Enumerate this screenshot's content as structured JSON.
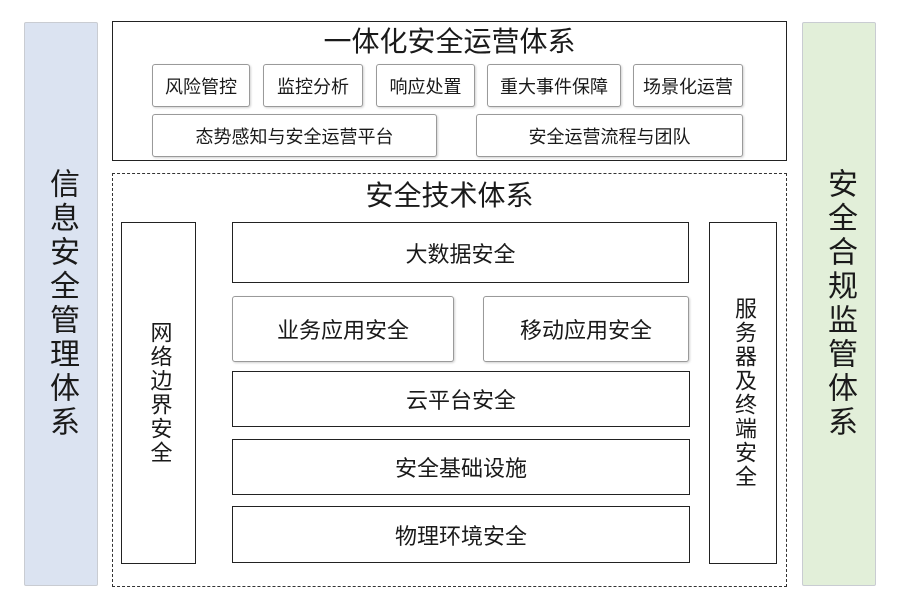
{
  "left_pillar": {
    "label": "信息安全管理体系"
  },
  "right_pillar": {
    "label": "安全合规监管体系"
  },
  "operations": {
    "title": "一体化安全运营体系",
    "row1": [
      "风险管控",
      "监控分析",
      "响应处置",
      "重大事件保障",
      "场景化运营"
    ],
    "row2": [
      "态势感知与安全运营平台",
      "安全运营流程与团队"
    ]
  },
  "technology": {
    "title": "安全技术体系",
    "left_column": "网络边界安全",
    "right_column": "服务器及终端安全",
    "big_data": "大数据安全",
    "business_app": "业务应用安全",
    "mobile_app": "移动应用安全",
    "cloud": "云平台安全",
    "infrastructure": "安全基础设施",
    "physical": "物理环境安全"
  }
}
